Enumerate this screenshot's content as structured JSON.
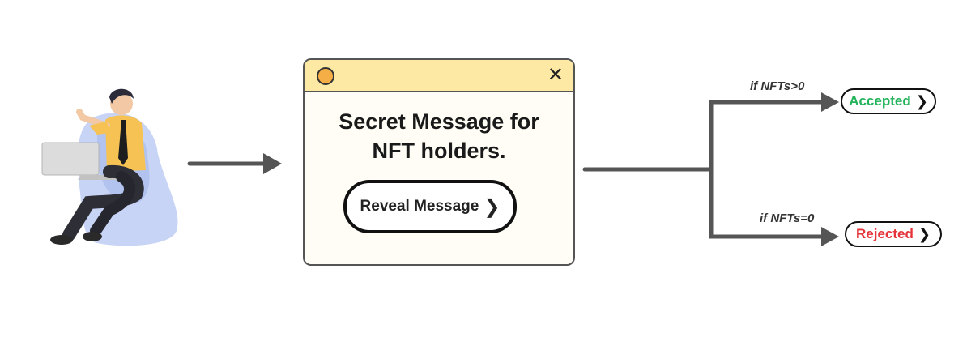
{
  "window": {
    "title_message": "Secret Message for NFT holders.",
    "line1": "Secret Message for",
    "line2": "NFT holders.",
    "reveal_label": "Reveal Message",
    "close_glyph": "✕"
  },
  "branches": [
    {
      "condition": "if NFTs>0",
      "result": "Accepted",
      "color": "#22b35a"
    },
    {
      "condition": "if NFTs=0",
      "result": "Rejected",
      "color": "#e5343a"
    }
  ],
  "colors": {
    "arrow": "#555555",
    "titlebar": "#fde9a4",
    "circle": "#f4ae45"
  },
  "icons": [
    "user-with-laptop-illustration",
    "circle-icon",
    "close-icon",
    "chevron-right-icon",
    "arrow-right-icon"
  ]
}
